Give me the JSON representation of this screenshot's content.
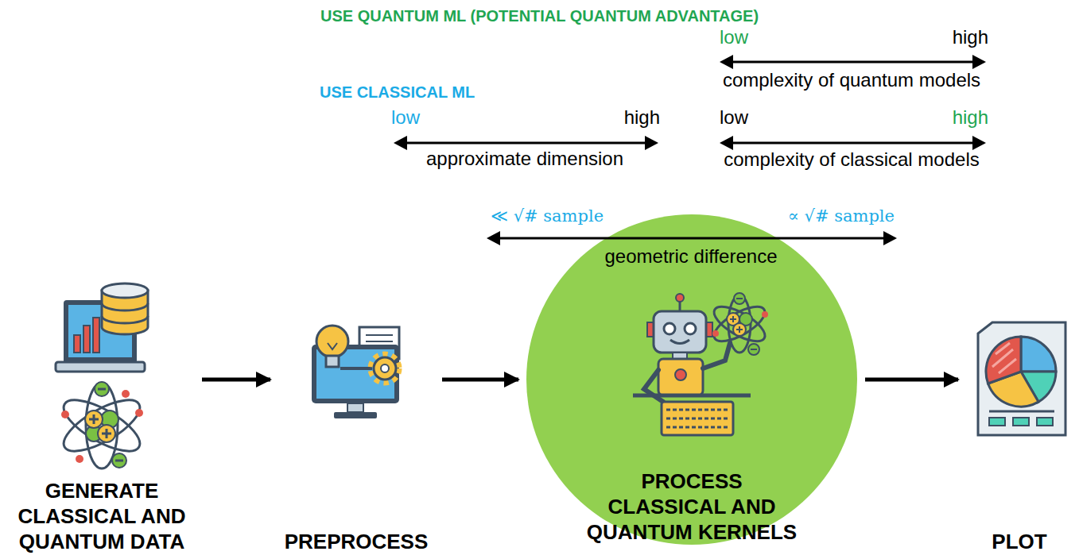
{
  "diagram": {
    "nodes": [
      {
        "text": [
          "GENERATE CLASSICAL AND QUANTUM DATA"
        ]
      },
      {
        "text": [
          "PREPROCESS"
        ]
      },
      {
        "text": [
          "PROCESS CLASSICAL AND QUANTUM KERNELS"
        ]
      },
      {
        "text": [
          "PLOT"
        ]
      }
    ],
    "edges": [
      {
        "from": 0,
        "to": 1,
        "arrow": "to"
      },
      {
        "from": 1,
        "to": 2,
        "arrow": "to"
      },
      {
        "from": 2,
        "to": 3,
        "arrow": "to"
      }
    ],
    "labels": [
      "USE QUANTUM ML (POTENTIAL QUANTUM ADVANTAGE)",
      "low",
      "high",
      "complexity of quantum models",
      "USE CLASSICAL ML",
      "low",
      "high",
      "approximate dimension",
      "low",
      "high",
      "complexity of classical models",
      "≪ √# sample",
      "∝ √# sample",
      "geometric difference"
    ]
  }
}
